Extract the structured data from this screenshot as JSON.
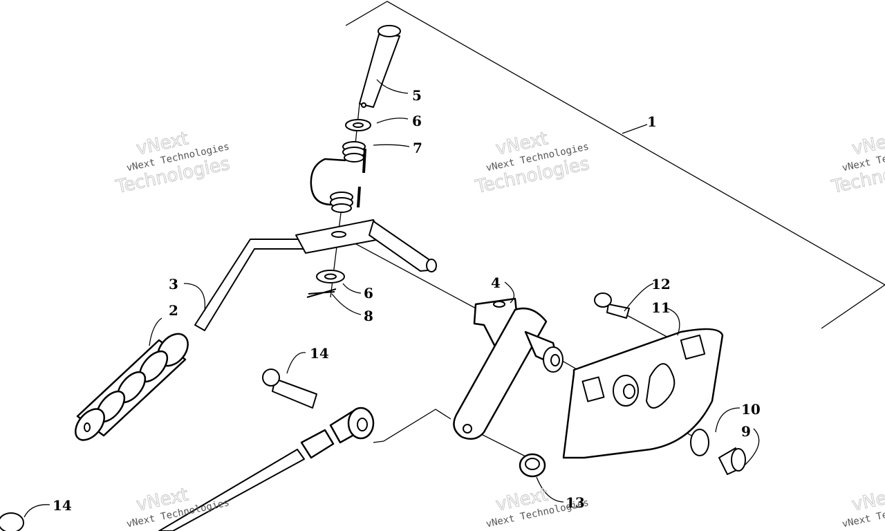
{
  "callouts": {
    "c1": "1",
    "c2": "2",
    "c3": "3",
    "c4": "4",
    "c5": "5",
    "c6a": "6",
    "c6b": "6",
    "c7": "7",
    "c8": "8",
    "c9": "9",
    "c10": "10",
    "c11": "11",
    "c12": "12",
    "c13": "13",
    "c14a": "14",
    "c14b": "14"
  },
  "watermark": {
    "line1": "vNext Technologies",
    "line2": "Technologies",
    "mark": "vNext"
  }
}
